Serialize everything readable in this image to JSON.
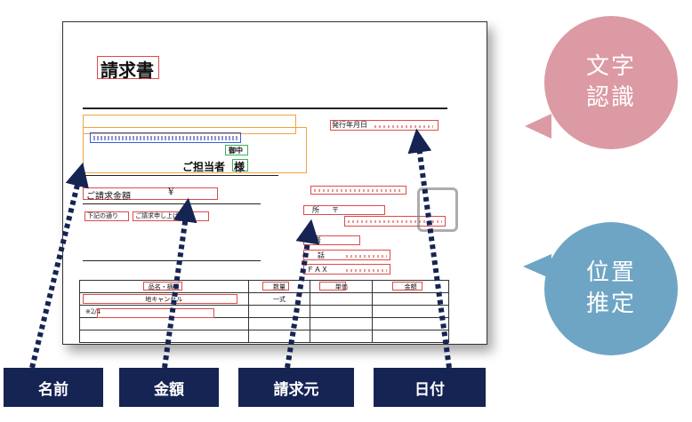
{
  "document": {
    "title": "請求書",
    "issue_date_label": "発行年月日",
    "honorific_company": "御中",
    "contact_person": "ご担当者",
    "contact_suffix": "様",
    "amount_label": "ご請求金額",
    "yen_sign": "¥",
    "note_prefix": "下記の通り",
    "note_suffix": "ご請求申し上げます",
    "address_label": "所",
    "address_marker": "〒",
    "contact_label": "当者",
    "phone_label": "話",
    "fax_label": "ＦＡＸ",
    "table_headers": [
      "品名・摘要",
      "数量",
      "単価",
      "金額"
    ],
    "table_row1_item": "地キャンセル",
    "table_row1_qty": "一式",
    "table_row2_item": "※2/4"
  },
  "labels": {
    "name": "名前",
    "amount": "金額",
    "issuer": "請求元",
    "date": "日付"
  },
  "bubbles": {
    "ocr_line1": "文字",
    "ocr_line2": "認識",
    "pos_line1": "位置",
    "pos_line2": "推定"
  },
  "colors": {
    "navy_label": "#162454",
    "ocr_bubble": "#dc9aa4",
    "pos_bubble": "#6fa5c4",
    "box_red": "#e04a4a",
    "box_orange": "#f0a340",
    "box_blue": "#3b5bd6",
    "box_green": "#3fae5a"
  }
}
